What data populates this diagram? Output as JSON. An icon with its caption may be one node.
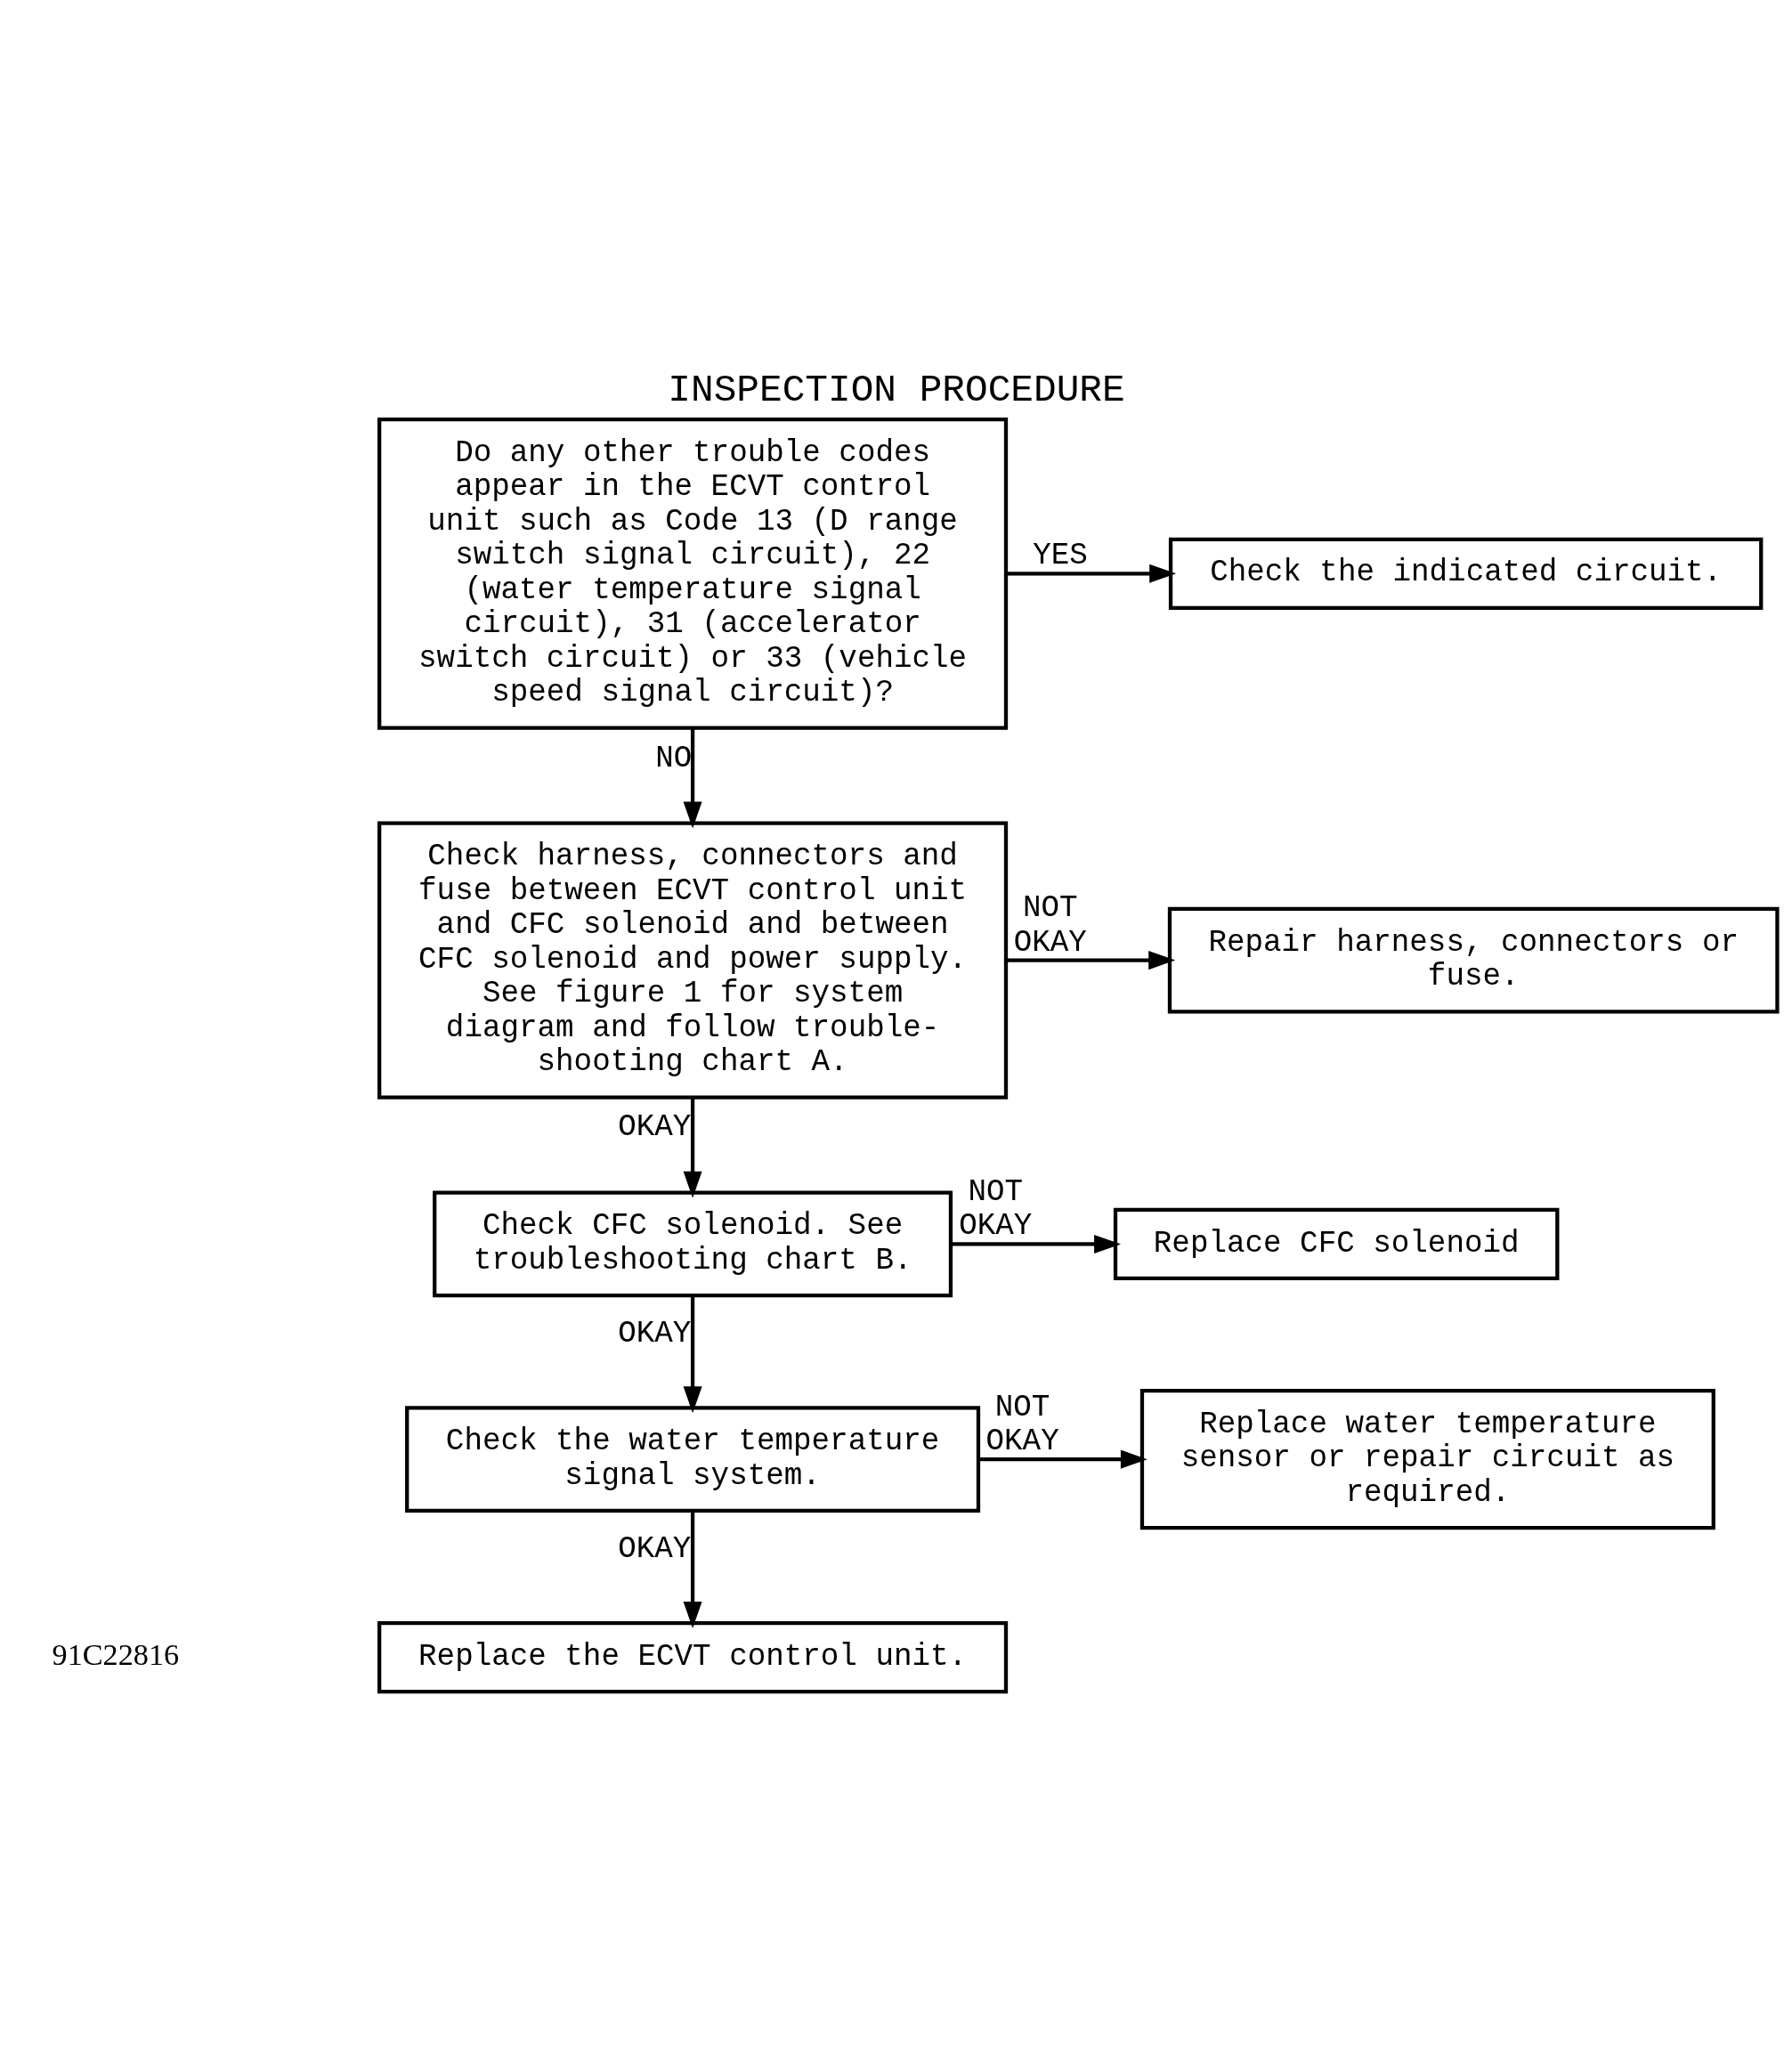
{
  "diagram": {
    "title": "INSPECTION PROCEDURE",
    "nodes": [
      {
        "text": [
          "Do any other trouble codes appear in the ECVT control unit such as Code 13 (D range switch signal circuit), 22 (water temperature signal circuit), 31 (accelerator switch circuit) or 33 (vehicle speed signal circuit)?"
        ]
      },
      {
        "text": [
          "Check the indicated circuit."
        ]
      },
      {
        "text": [
          "Check harness, connectors and fuse between ECVT control unit and CFC solenoid and between CFC solenoid and power supply. See figure 1 for system diagram and follow trouble-shooting chart A."
        ]
      },
      {
        "text": [
          "Repair harness, connectors or fuse."
        ]
      },
      {
        "text": [
          "Check CFC solenoid. See troubleshooting chart B."
        ]
      },
      {
        "text": [
          "Replace CFC solenoid"
        ]
      },
      {
        "text": [
          "Check the water temperature signal system."
        ]
      },
      {
        "text": [
          "Replace water temperature sensor or repair circuit as required."
        ]
      },
      {
        "text": [
          "Replace the ECVT control unit."
        ]
      }
    ],
    "edges": [
      {
        "from": 0,
        "to": 1,
        "arrow": "to",
        "label": "YES"
      },
      {
        "from": 0,
        "to": 2,
        "arrow": "to",
        "label": "NO"
      },
      {
        "from": 2,
        "to": 3,
        "arrow": "to",
        "label": "NOT OKAY"
      },
      {
        "from": 2,
        "to": 4,
        "arrow": "to",
        "label": "OKAY"
      },
      {
        "from": 4,
        "to": 5,
        "arrow": "to",
        "label": "NOT OKAY"
      },
      {
        "from": 4,
        "to": 6,
        "arrow": "to",
        "label": "OKAY"
      },
      {
        "from": 6,
        "to": 7,
        "arrow": "to",
        "label": "NOT OKAY"
      },
      {
        "from": 6,
        "to": 8,
        "arrow": "to",
        "label": "OKAY"
      }
    ],
    "labels": [
      "91C22816"
    ]
  }
}
